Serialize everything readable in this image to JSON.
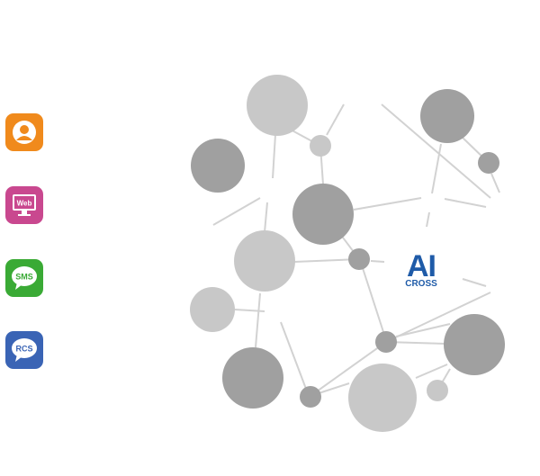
{
  "icons": [
    {
      "name": "profile",
      "color": "#f08a1c",
      "icon": "user-profile-icon"
    },
    {
      "name": "web",
      "color": "#c9488f",
      "icon": "web-monitor-icon",
      "label": "Web"
    },
    {
      "name": "sms",
      "color": "#3aaa35",
      "icon": "sms-bubble-icon",
      "label": "SMS"
    },
    {
      "name": "rcs",
      "color": "#3a64b5",
      "icon": "rcs-bubble-icon",
      "label": "RCS"
    }
  ],
  "logo": {
    "top": "AI",
    "bottom": "CROSS",
    "color": "#1f5ba8"
  },
  "colors": {
    "node_light": "#c8c8c8",
    "node_dark": "#a0a0a0",
    "line": "#d2d2d2"
  }
}
